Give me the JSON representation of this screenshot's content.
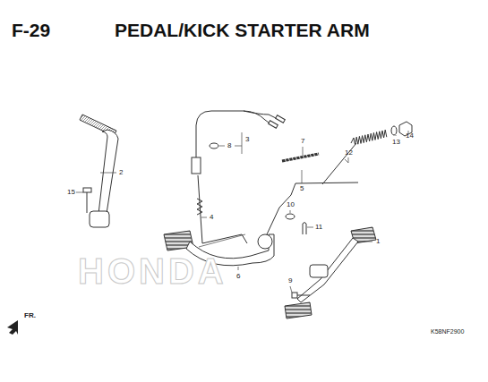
{
  "diagram": {
    "title": "PEDAL/KICK STARTER ARM",
    "labels": [
      "F-29",
      "2",
      "15",
      "3",
      "8",
      "4",
      "6",
      "7",
      "5",
      "10",
      "11",
      "12",
      "13",
      "14",
      "1",
      "9",
      "FR.",
      "HONDA",
      "K58NF2900"
    ]
  }
}
